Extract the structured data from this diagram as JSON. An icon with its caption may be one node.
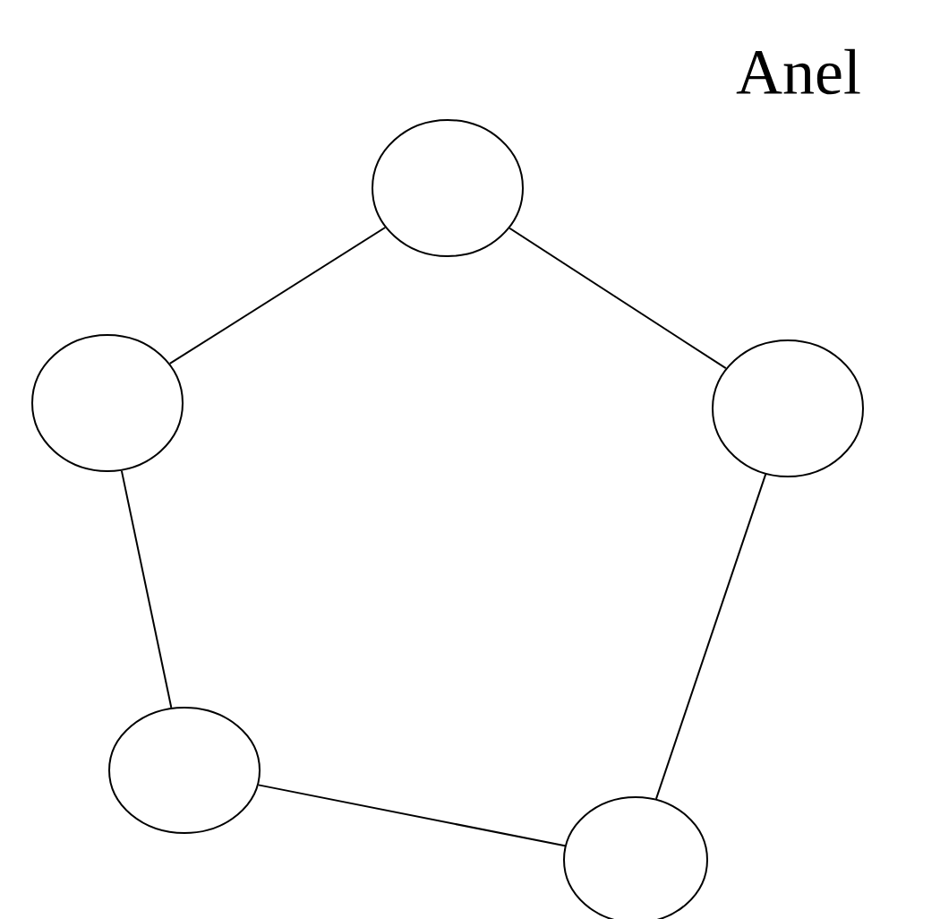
{
  "diagram": {
    "title": "Anel",
    "nodes": [
      {
        "text": [],
        "shape": "circle"
      },
      {
        "text": [],
        "shape": "circle"
      },
      {
        "text": [],
        "shape": "circle"
      },
      {
        "text": [],
        "shape": "circle"
      },
      {
        "text": [],
        "shape": "circle"
      }
    ],
    "edges": [
      {
        "from": 0,
        "to": 1,
        "arrow": "none"
      },
      {
        "from": 0,
        "to": 2,
        "arrow": "none"
      },
      {
        "from": 1,
        "to": 3,
        "arrow": "none"
      },
      {
        "from": 3,
        "to": 4,
        "arrow": "none"
      },
      {
        "from": 2,
        "to": 4,
        "arrow": "none"
      }
    ]
  }
}
